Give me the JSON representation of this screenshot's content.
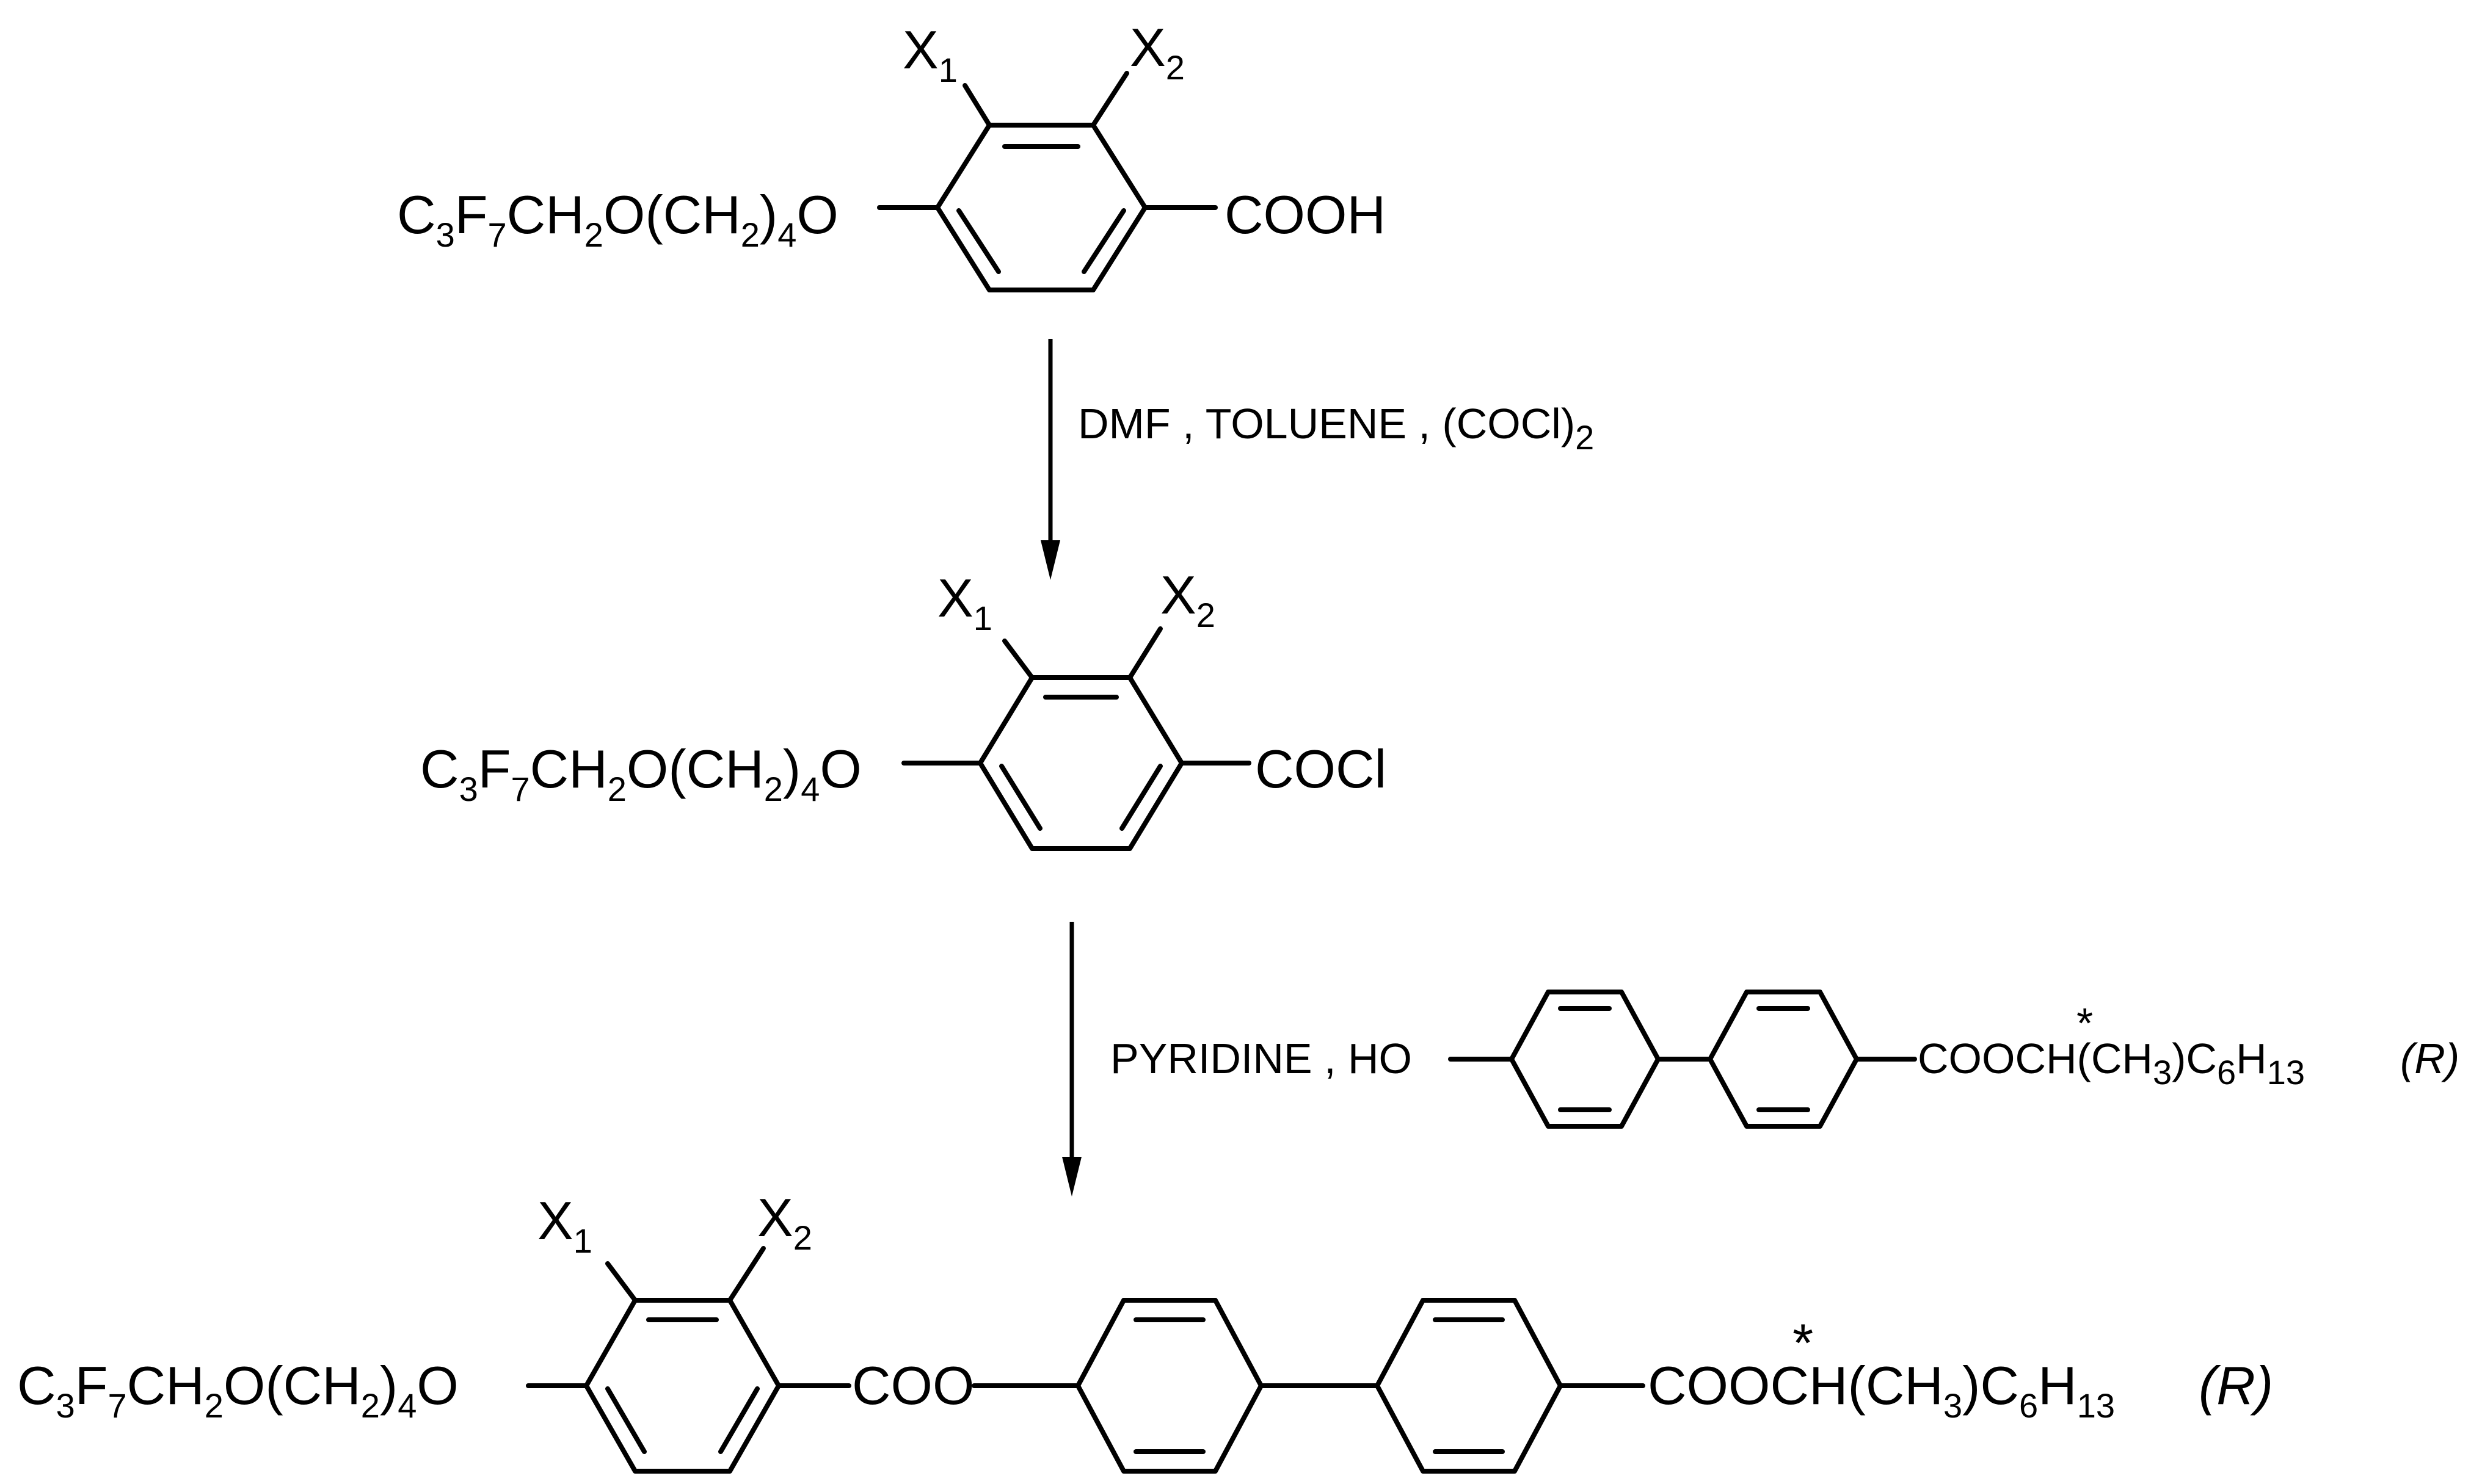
{
  "compound1": {
    "chain": {
      "a": "C",
      "b": "3",
      "c": "F",
      "d": "7",
      "e": "CH",
      "f": "2",
      "g": "O(CH",
      "h": "2",
      "i": ")",
      "j": "4",
      "k": "O"
    },
    "x1": {
      "main": "X",
      "sub": "1"
    },
    "x2": {
      "main": "X",
      "sub": "2"
    },
    "group": "COOH"
  },
  "step1": {
    "a": "DMF , TOLUENE , (COCl)",
    "b": "2"
  },
  "compound2": {
    "chain": {
      "a": "C",
      "b": "3",
      "c": "F",
      "d": "7",
      "e": "CH",
      "f": "2",
      "g": "O(CH",
      "h": "2",
      "i": ")",
      "j": "4",
      "k": "O"
    },
    "x1": {
      "main": "X",
      "sub": "1"
    },
    "x2": {
      "main": "X",
      "sub": "2"
    },
    "group": "COCl"
  },
  "step2": {
    "reagents": "PYRIDINE , HO",
    "tail": {
      "a": "COOCH(CH",
      "b": "3",
      "c": ")C",
      "d": "6",
      "e": "H",
      "f": "13",
      "config": "(R)"
    },
    "star": "*"
  },
  "product": {
    "chain": {
      "a": "C",
      "b": "3",
      "c": "F",
      "d": "7",
      "e": "CH",
      "f": "2",
      "g": "O(CH",
      "h": "2",
      "i": ")",
      "j": "4",
      "k": "O"
    },
    "x1": {
      "main": "X",
      "sub": "1"
    },
    "x2": {
      "main": "X",
      "sub": "2"
    },
    "ester": "COO",
    "ester_o": "O",
    "tail": {
      "a": "COOCH(CH",
      "b": "3",
      "c": ")C",
      "d": "6",
      "e": "H",
      "f": "13"
    },
    "star": "*",
    "config": "(R)"
  }
}
